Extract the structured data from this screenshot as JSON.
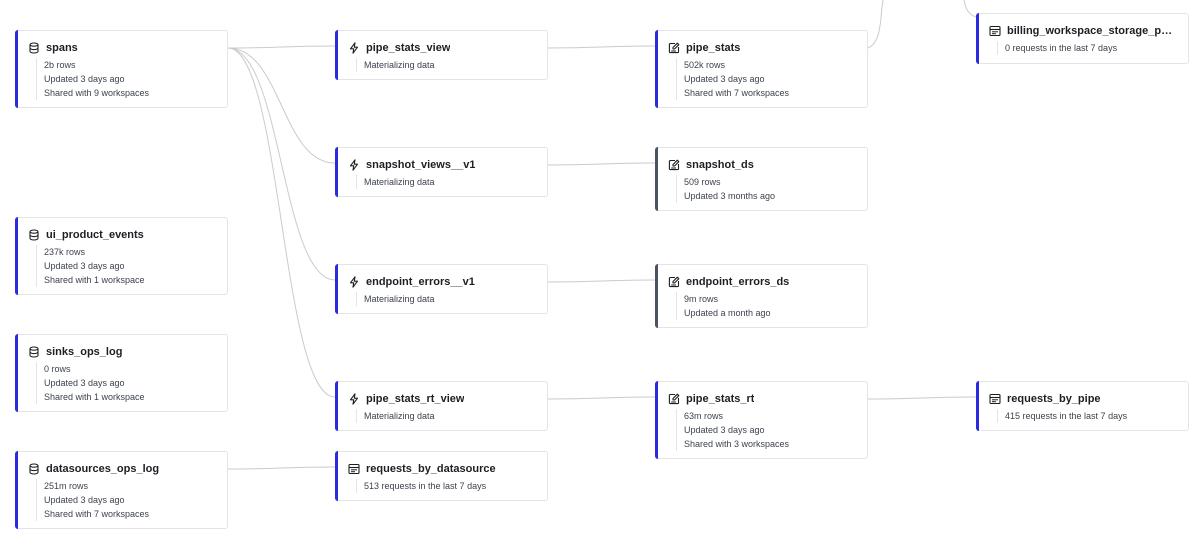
{
  "nodes": {
    "spans": {
      "title": "spans",
      "icon": "database-icon",
      "lines": [
        "2b rows",
        "Updated 3 days ago",
        "Shared with 9 workspaces"
      ]
    },
    "ui_product_events": {
      "title": "ui_product_events",
      "icon": "database-icon",
      "lines": [
        "237k rows",
        "Updated 3 days ago",
        "Shared with 1 workspace"
      ]
    },
    "sinks_ops_log": {
      "title": "sinks_ops_log",
      "icon": "database-icon",
      "lines": [
        "0 rows",
        "Updated 3 days ago",
        "Shared with 1 workspace"
      ]
    },
    "datasources_ops_log": {
      "title": "datasources_ops_log",
      "icon": "database-icon",
      "lines": [
        "251m rows",
        "Updated 3 days ago",
        "Shared with 7 workspaces"
      ]
    },
    "pipe_stats_view": {
      "title": "pipe_stats_view",
      "icon": "lightning-icon",
      "lines": [
        "Materializing data"
      ]
    },
    "snapshot_views__v1": {
      "title": "snapshot_views__v1",
      "icon": "lightning-icon",
      "lines": [
        "Materializing data"
      ]
    },
    "endpoint_errors__v1": {
      "title": "endpoint_errors__v1",
      "icon": "lightning-icon",
      "lines": [
        "Materializing data"
      ]
    },
    "pipe_stats_rt_view": {
      "title": "pipe_stats_rt_view",
      "icon": "lightning-icon",
      "lines": [
        "Materializing data"
      ]
    },
    "requests_by_datasource": {
      "title": "requests_by_datasource",
      "icon": "endpoint-icon",
      "lines": [
        "513 requests in the last 7 days"
      ]
    },
    "pipe_stats": {
      "title": "pipe_stats",
      "icon": "materialized-datasource-icon",
      "lines": [
        "502k rows",
        "Updated 3 days ago",
        "Shared with 7 workspaces"
      ]
    },
    "snapshot_ds": {
      "title": "snapshot_ds",
      "icon": "materialized-datasource-icon",
      "lines": [
        "509 rows",
        "Updated 3 months ago"
      ]
    },
    "endpoint_errors_ds": {
      "title": "endpoint_errors_ds",
      "icon": "materialized-datasource-icon",
      "lines": [
        "9m rows",
        "Updated a month ago"
      ]
    },
    "pipe_stats_rt": {
      "title": "pipe_stats_rt",
      "icon": "materialized-datasource-icon",
      "lines": [
        "63m rows",
        "Updated 3 days ago",
        "Shared with 3 workspaces"
      ]
    },
    "billing_workspace_storage_per_day": {
      "title": "billing_workspace_storage_per_da...",
      "icon": "endpoint-icon",
      "lines": [
        "0 requests in the last 7 days"
      ]
    },
    "requests_by_pipe": {
      "title": "requests_by_pipe",
      "icon": "endpoint-icon",
      "lines": [
        "415 requests in the last 7 days"
      ]
    }
  },
  "edges": [
    [
      "spans",
      "pipe_stats_view"
    ],
    [
      "spans",
      "snapshot_views__v1"
    ],
    [
      "spans",
      "endpoint_errors__v1"
    ],
    [
      "spans",
      "pipe_stats_rt_view"
    ],
    [
      "pipe_stats_view",
      "pipe_stats"
    ],
    [
      "snapshot_views__v1",
      "snapshot_ds"
    ],
    [
      "endpoint_errors__v1",
      "endpoint_errors_ds"
    ],
    [
      "pipe_stats_rt_view",
      "pipe_stats_rt"
    ],
    [
      "pipe_stats_rt",
      "requests_by_pipe"
    ],
    [
      "datasources_ops_log",
      "requests_by_datasource"
    ]
  ],
  "colors": {
    "accent": "#2b2bdf",
    "static_accent": "#4a5361",
    "edge": "#c9cbcf",
    "border": "#e3e4e8"
  }
}
